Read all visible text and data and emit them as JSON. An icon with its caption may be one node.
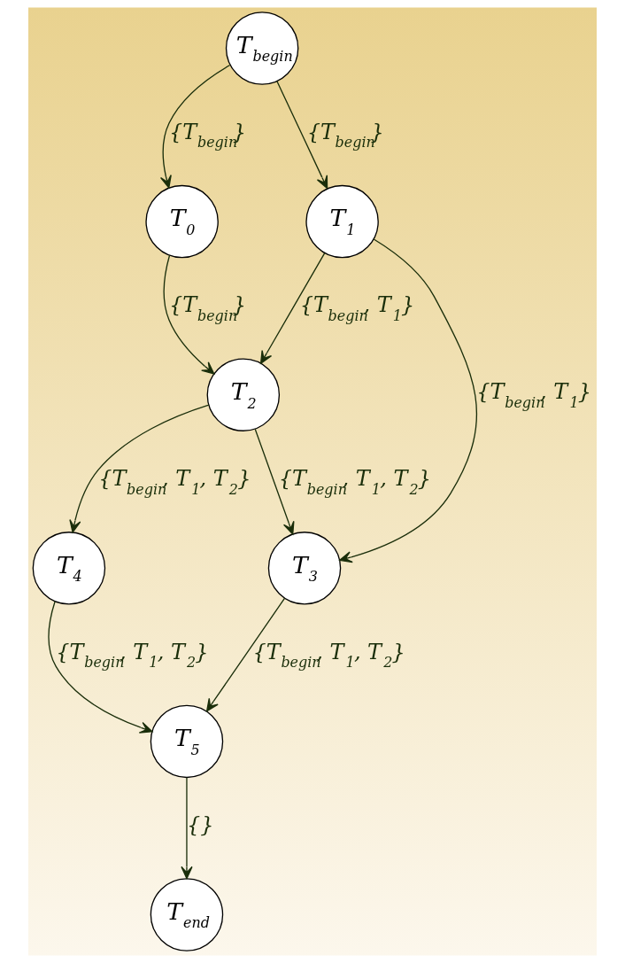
{
  "diagram": {
    "nodes": [
      {
        "text": [
          "T$_{begin}$"
        ]
      },
      {
        "text": [
          "T$_{0}$"
        ]
      },
      {
        "text": [
          "T$_{1}$"
        ]
      },
      {
        "text": [
          "T$_{2}$"
        ]
      },
      {
        "text": [
          "T$_{4}$"
        ]
      },
      {
        "text": [
          "T$_{3}$"
        ]
      },
      {
        "text": [
          "T$_{5}$"
        ]
      },
      {
        "text": [
          "T$_{end}$"
        ]
      }
    ],
    "edges": [
      {
        "from": 0,
        "to": 1,
        "arrow": "to",
        "label": "{T$_{begin}$}"
      },
      {
        "from": 0,
        "to": 2,
        "arrow": "to",
        "label": "{T$_{begin}$}"
      },
      {
        "from": 1,
        "to": 3,
        "arrow": "to",
        "label": "{T$_{begin}$}"
      },
      {
        "from": 2,
        "to": 3,
        "arrow": "to",
        "label": "{T$_{begin}$, T$_{1}$}"
      },
      {
        "from": 2,
        "to": 5,
        "arrow": "to",
        "label": "{T$_{begin}$, T$_{1}$}"
      },
      {
        "from": 3,
        "to": 4,
        "arrow": "to",
        "label": "{T$_{begin}$, T$_{1}$, T$_{2}$}"
      },
      {
        "from": 3,
        "to": 5,
        "arrow": "to",
        "label": "{T$_{begin}$, T$_{1}$, T$_{2}$}"
      },
      {
        "from": 4,
        "to": 6,
        "arrow": "to",
        "label": "{T$_{begin}$, T$_{1}$, T$_{2}$}"
      },
      {
        "from": 5,
        "to": 6,
        "arrow": "to",
        "label": "{T$_{begin}$, T$_{1}$, T$_{2}$}"
      },
      {
        "from": 6,
        "to": 7,
        "arrow": "to",
        "label": "{}"
      }
    ]
  }
}
